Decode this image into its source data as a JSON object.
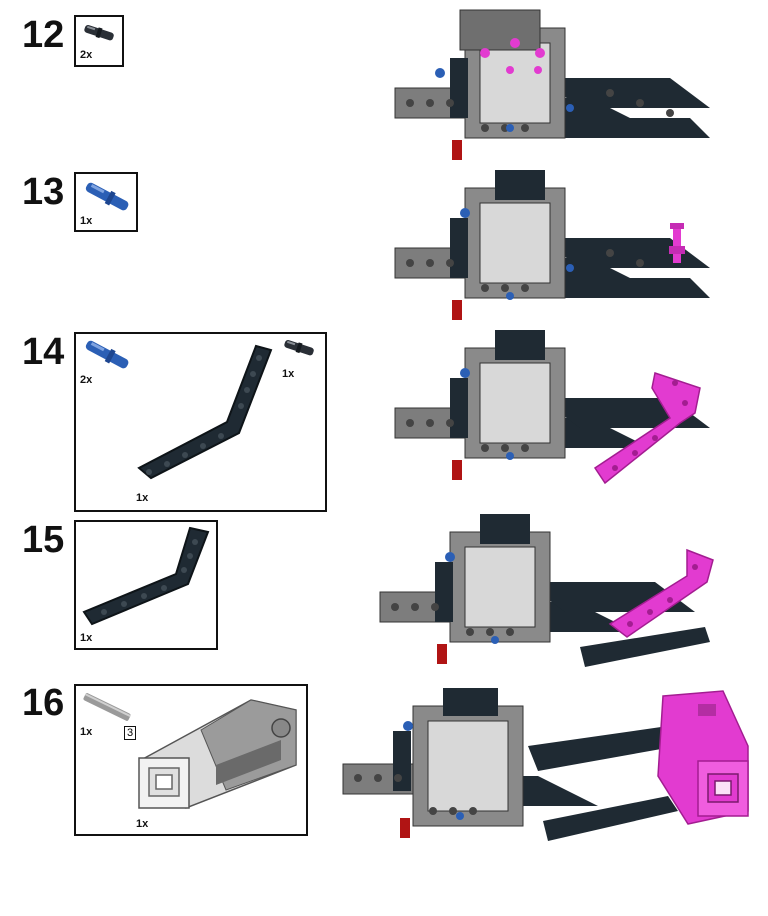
{
  "steps": [
    {
      "number": "12",
      "parts": [
        {
          "name": "black-friction-pin",
          "qty": "2x"
        }
      ]
    },
    {
      "number": "13",
      "parts": [
        {
          "name": "blue-axle-pin",
          "qty": "1x"
        }
      ]
    },
    {
      "number": "14",
      "parts": [
        {
          "name": "blue-axle-pin",
          "qty": "2x"
        },
        {
          "name": "black-friction-pin",
          "qty": "1x"
        },
        {
          "name": "bent-beam",
          "qty": "1x"
        }
      ]
    },
    {
      "number": "15",
      "parts": [
        {
          "name": "bent-beam",
          "qty": "1x"
        }
      ]
    },
    {
      "number": "16",
      "parts": [
        {
          "name": "grey-axle",
          "qty": "1x",
          "length": "3"
        },
        {
          "name": "medium-motor",
          "qty": "1x"
        }
      ]
    }
  ],
  "colors": {
    "frame_grey": "#7d7d7d",
    "beam_black": "#1f2a33",
    "highlight_magenta": "#e23bd0",
    "pin_blue": "#2b5fb5",
    "axle_red": "#b01414",
    "motor_white": "#f2f2f2"
  }
}
